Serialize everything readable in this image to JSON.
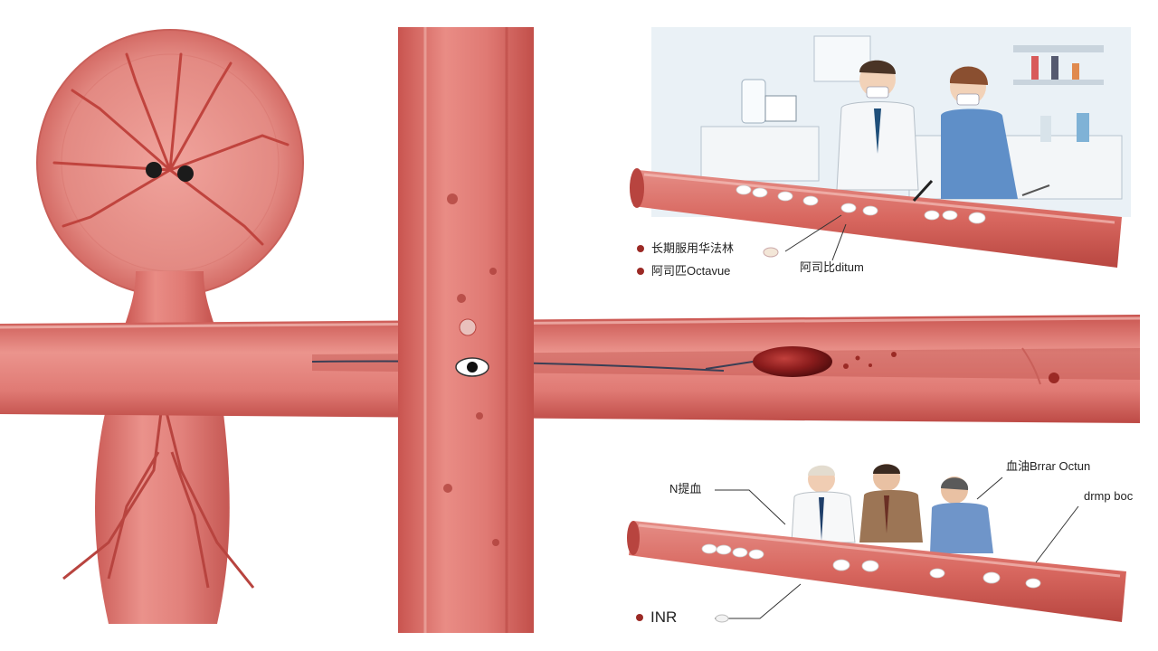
{
  "colors": {
    "vessel_fill": "#e07a74",
    "vessel_dark": "#c9544f",
    "vessel_light": "#f3b3ad",
    "vessel_inner": "#b8443f",
    "clot": "#8a1c1c",
    "bullet": "#9b2a25",
    "leader": "#333333",
    "lab_bg": "#dfe9f1"
  },
  "labels": {
    "top_item_1": "长期服用华法林",
    "top_item_2": "阿司匹Octavue",
    "top_vessel_label": "阿司比ditum",
    "bottom_label_left": "N提血",
    "bottom_label_right_1": "血油Brrar Octun",
    "bottom_label_right_2": "drmp boc",
    "bottom_item_inr": "INR"
  }
}
